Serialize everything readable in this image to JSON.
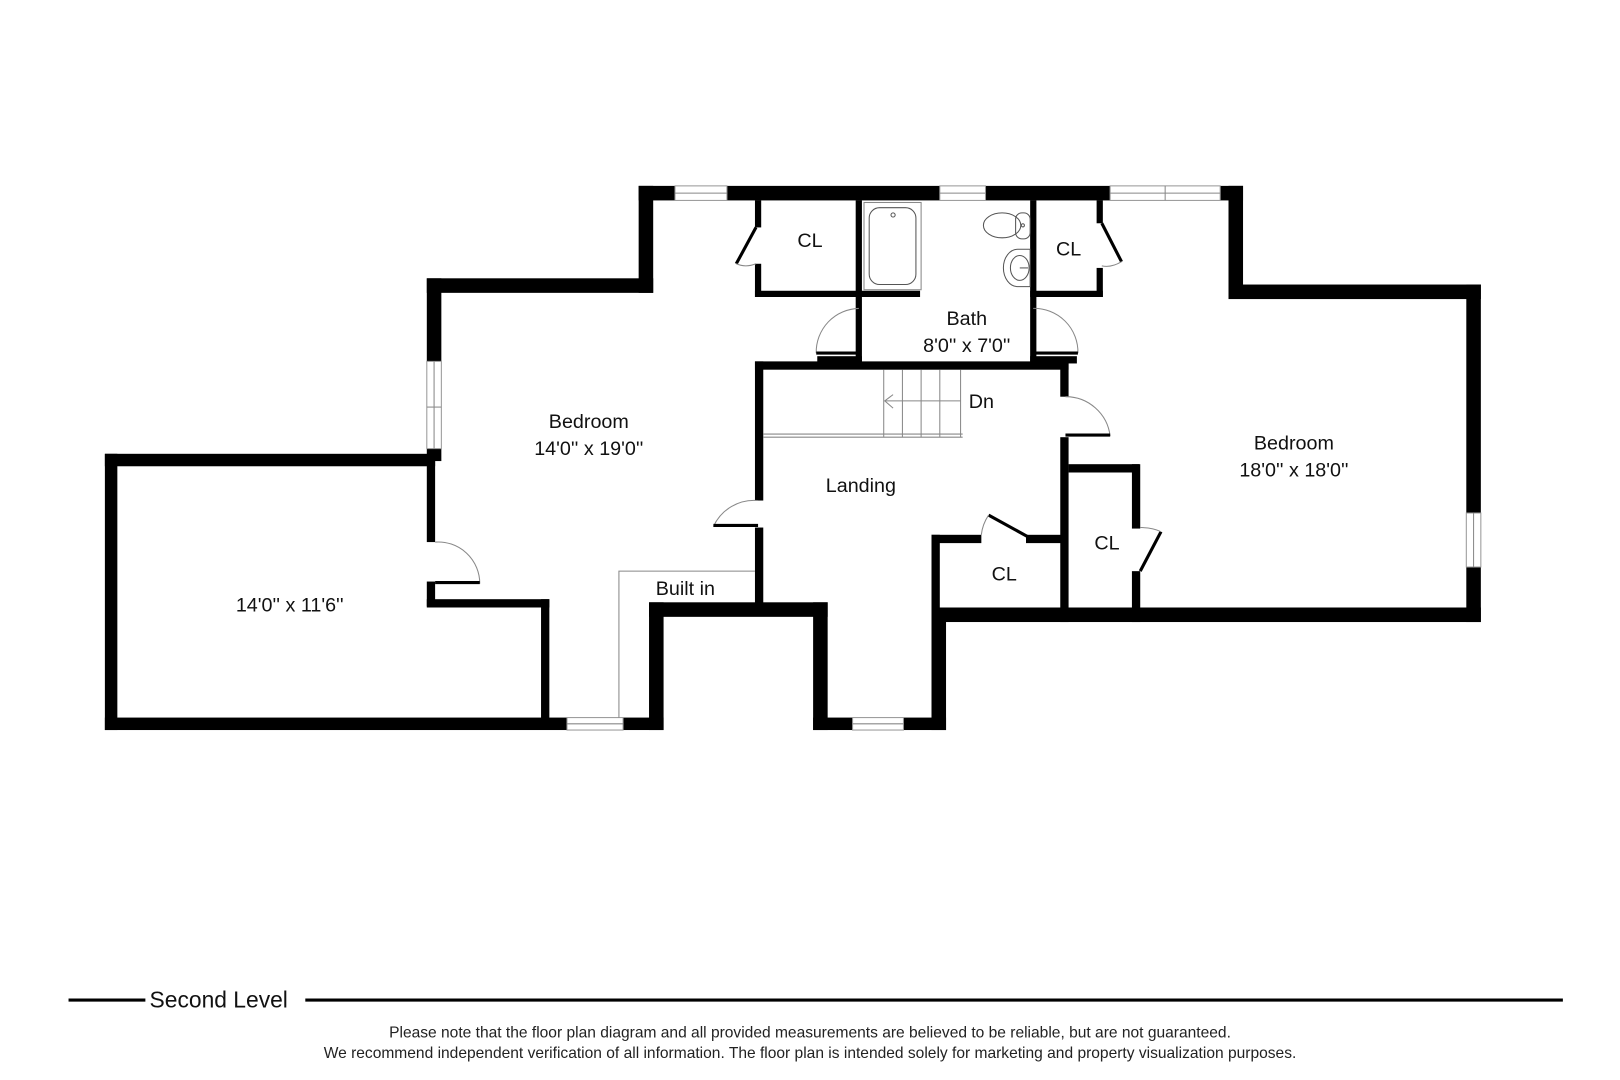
{
  "level": {
    "label": "Second Level"
  },
  "rooms": [
    {
      "name": "Bedroom",
      "dims": "14'0'' x 19'0''"
    },
    {
      "name": "Bath",
      "dims": "8'0'' x 7'0''"
    },
    {
      "name": "Bedroom",
      "dims": "18'0'' x 18'0''"
    },
    {
      "name": "Landing",
      "dims": ""
    },
    {
      "name": "",
      "dims": "14'0'' x 11'6''"
    }
  ],
  "closets": [
    "CL",
    "CL",
    "CL",
    "CL"
  ],
  "fixtures": {
    "built_in": "Built in",
    "stairs": "Dn"
  },
  "disclaimer": {
    "line1": "Please note that the floor plan diagram and all provided measurements are believed to be reliable, but are not guaranteed.",
    "line2": "We recommend independent verification of all information. The floor plan is intended solely for marketing and property visualization purposes."
  },
  "colors": {
    "wall": "#000000",
    "background": "#ffffff",
    "fixture_line": "#888888"
  }
}
